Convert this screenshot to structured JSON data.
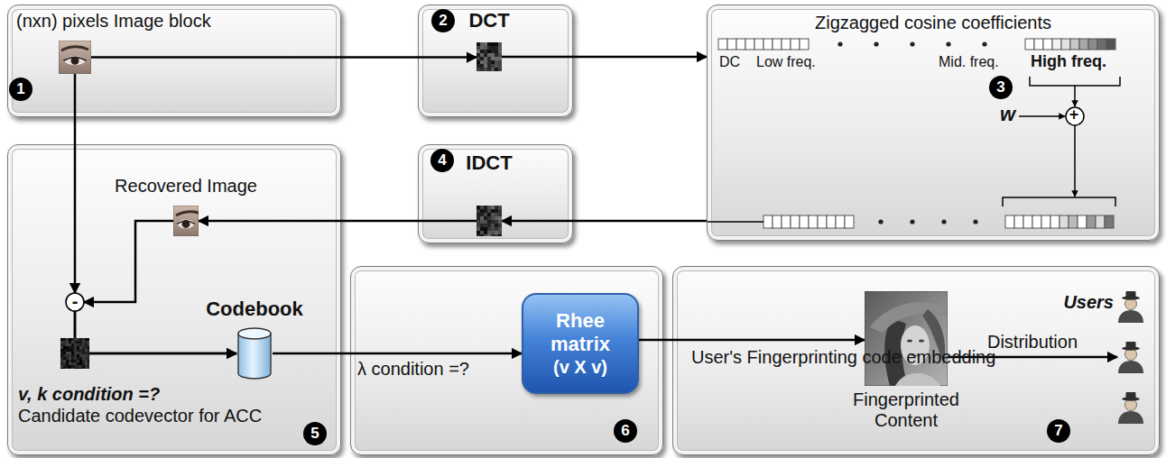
{
  "diagram": {
    "nodes": [
      {
        "text": [
          "(nxn) pixels Image block"
        ]
      },
      {
        "text": [
          "DCT"
        ]
      },
      {
        "text": [
          "Zigzagged cosine coefficients"
        ]
      },
      {
        "text": [
          "IDCT"
        ]
      },
      {
        "text": [
          "Recovered Image"
        ]
      },
      {
        "text": [
          "Codebook"
        ]
      },
      {
        "text": [
          "Rhee matrix",
          "(v X v)"
        ]
      },
      {
        "text": [
          "Fingerprinted Content"
        ]
      },
      {
        "text": [
          "Users"
        ]
      }
    ],
    "edges": [
      {
        "from": 0,
        "to": 1,
        "arrow": "to"
      },
      {
        "from": 1,
        "to": 2,
        "arrow": "to"
      },
      {
        "from": 2,
        "to": 3,
        "arrow": "to"
      },
      {
        "from": 3,
        "to": 4,
        "arrow": "to"
      },
      {
        "from": 0,
        "to": 5,
        "arrow": "to"
      },
      {
        "from": 4,
        "to": 5,
        "arrow": "to"
      },
      {
        "from": 5,
        "to": 6,
        "label": "λ condition =?",
        "arrow": "to"
      },
      {
        "from": 6,
        "to": 7,
        "label": "User's Fingerprinting code embedding",
        "arrow": "to"
      },
      {
        "from": 7,
        "to": 8,
        "label": "Distribution",
        "arrow": "to"
      }
    ],
    "labels": [
      "1",
      "2",
      "DC",
      "Low freq.",
      "Mid. freq.",
      "High freq.",
      "w",
      "+",
      "3",
      "4",
      "-",
      "v, k condition =?",
      "Candidate codevector for ACC",
      "5",
      "6",
      "7"
    ]
  }
}
